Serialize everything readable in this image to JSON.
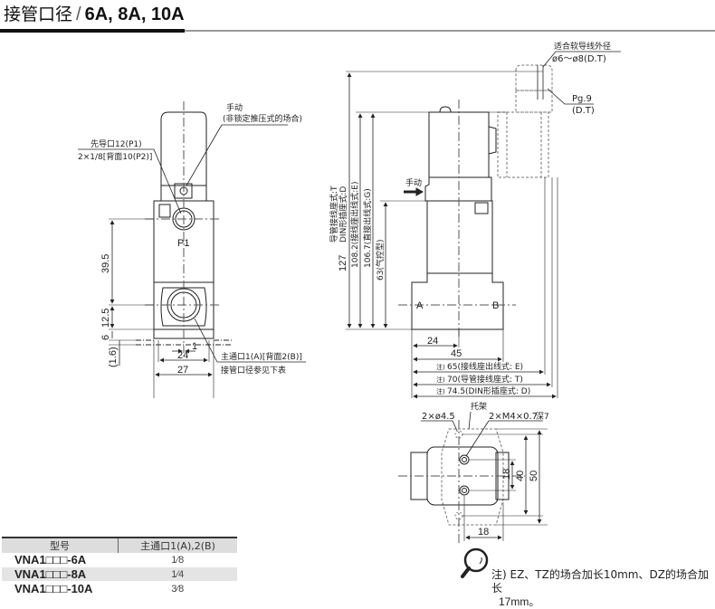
{
  "header": {
    "title_zh": "接管口径",
    "separator": "/",
    "title_sizes": "6A, 8A, 10A"
  },
  "front_view": {
    "manual_label": "手动",
    "manual_note": "(非锁定推压式的场合)",
    "pilot_port_label": "先导口12(P1)",
    "pilot_port_size": "2×1/8[背面10(P2)]",
    "p1_label": "P1",
    "main_port_label": "主通口1(A)[背面2(B)]",
    "main_port_note": "接管口径参见下表",
    "dims": {
      "d_39_5": "39.5",
      "d_12_5": "12.5",
      "d_6": "6",
      "d_1_6": "(1.6)",
      "d_1": "1",
      "d_24": "24",
      "d_27": "27"
    }
  },
  "side_view": {
    "wire_label": "适合软导线外径",
    "wire_size": "ø6～ø8(D.T)",
    "pg_label": "Pg.9",
    "pg_note": "(D.T)",
    "manual_label": "手动",
    "a_label": "A",
    "b_label": "B",
    "vertical_dims": {
      "d127": "127",
      "d127_note_t": "导管接线座式:T",
      "d127_note_d": "DIN形插座式:D",
      "d108": "108.2(接线座出线式:E)",
      "d106": "106.7(直接出线式:G)",
      "d63": "63(气控型)"
    },
    "horizontal_dims": {
      "d24": "24",
      "d45": "45",
      "d65": "65(接线座出线式: E)",
      "d70": "70(导管接线座式: T)",
      "d745": "74.5(DIN形插座式: D)",
      "note_mark": "注)"
    }
  },
  "bottom_view": {
    "bracket_label": "托架",
    "hole_label": "2×ø4.5",
    "thread_label": "2×M4×0.7",
    "depth_label": "深7",
    "d18_v": "18",
    "d40": "40",
    "d50": "50",
    "d18_h": "18"
  },
  "port_table": {
    "headers": [
      "型号",
      "主通口1(A),2(B)"
    ],
    "rows": [
      {
        "model": "VNA1□□□-6A",
        "size": "1⁄8"
      },
      {
        "model": "VNA1□□□-8A",
        "size": "1⁄4"
      },
      {
        "model": "VNA1□□□-10A",
        "size": "3⁄8"
      }
    ]
  },
  "footnote": {
    "icon": "magnifier-icon",
    "text_line1": "注) EZ、TZ的场合加长10mm、DZ的场合加长",
    "text_line2": "17mm。"
  },
  "colors": {
    "line": "#222222",
    "hidden": "#777777",
    "rule_dark": "#111111",
    "rule_light": "#999999",
    "table_shade": "#e4e4e4"
  }
}
